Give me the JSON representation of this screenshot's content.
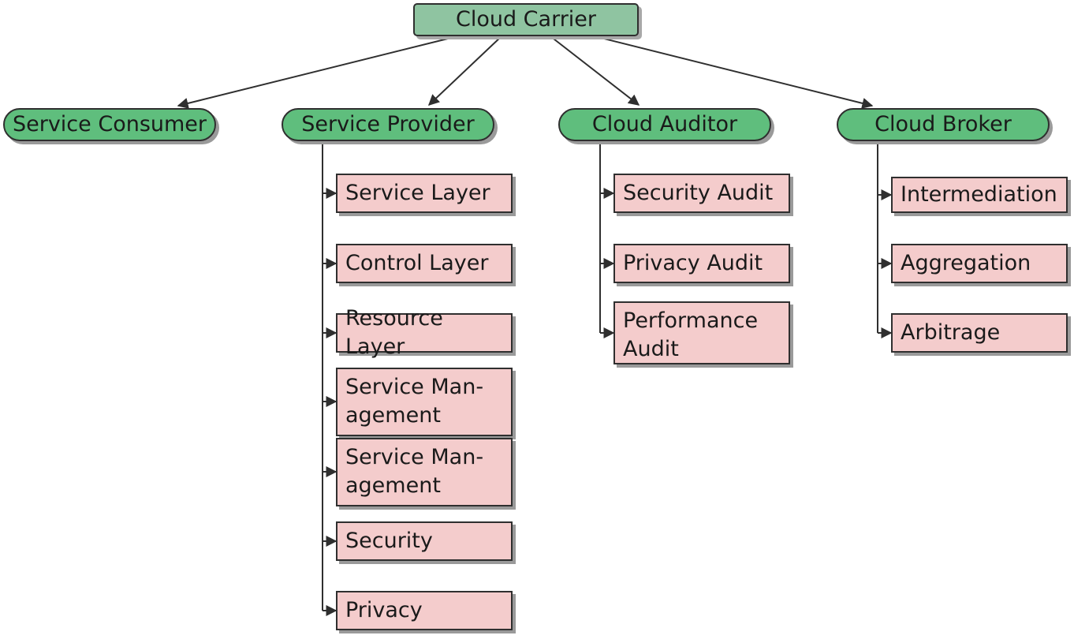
{
  "root": {
    "label": "Cloud Carrier"
  },
  "roles": {
    "consumer": {
      "label": "Service Consumer"
    },
    "provider": {
      "label": "Service Provider"
    },
    "auditor": {
      "label": "Cloud Auditor"
    },
    "broker": {
      "label": "Cloud Broker"
    }
  },
  "provider_items": [
    {
      "label": "Service Layer"
    },
    {
      "label": "Control Layer"
    },
    {
      "label": "Resource Layer"
    },
    {
      "label": "Service Man-\nagement"
    },
    {
      "label": "Service Man-\nagement"
    },
    {
      "label": "Security"
    },
    {
      "label": "Privacy"
    }
  ],
  "auditor_items": [
    {
      "label": "Security Audit"
    },
    {
      "label": "Privacy Audit"
    },
    {
      "label": "Performance\nAudit"
    }
  ],
  "broker_items": [
    {
      "label": "Intermediation"
    },
    {
      "label": "Aggregation"
    },
    {
      "label": "Arbitrage"
    }
  ],
  "colors": {
    "root_fill": "#8fc4a1",
    "role_fill": "#5fbe7d",
    "leaf_fill": "#f4cccc",
    "stroke": "#2f2f2f"
  }
}
